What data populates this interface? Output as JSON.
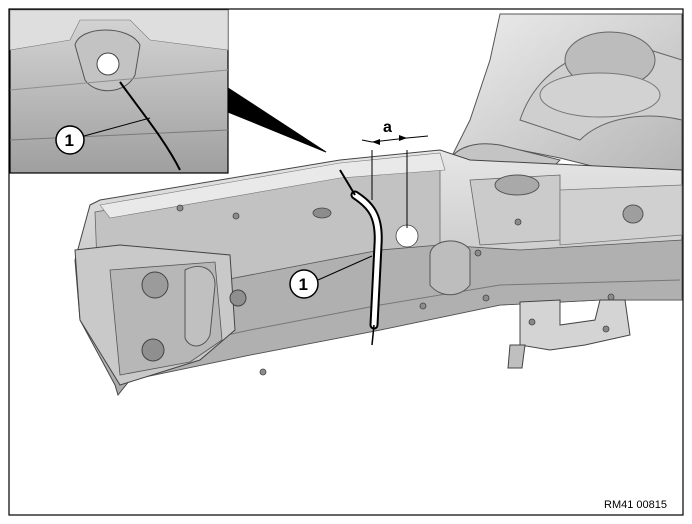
{
  "figure": {
    "callouts": [
      "1",
      "1"
    ],
    "dimension_label": "a",
    "reference_code": "RM41 00815"
  },
  "colors": {
    "panel_light": "#d9d9d9",
    "panel_mid": "#bdbdbd",
    "panel_dark": "#8c8c8c",
    "inset_bg": "#c7c7c7",
    "outline": "#000000"
  }
}
